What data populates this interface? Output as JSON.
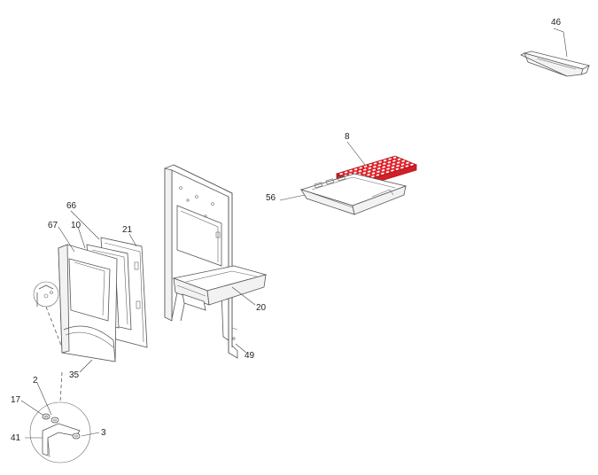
{
  "parts": [
    {
      "id": "p46",
      "label": "46"
    },
    {
      "id": "p8",
      "label": "8"
    },
    {
      "id": "p56",
      "label": "56"
    },
    {
      "id": "p66",
      "label": "66"
    },
    {
      "id": "p67",
      "label": "67"
    },
    {
      "id": "p10",
      "label": "10"
    },
    {
      "id": "p21",
      "label": "21"
    },
    {
      "id": "p20",
      "label": "20"
    },
    {
      "id": "p49",
      "label": "49"
    },
    {
      "id": "p35",
      "label": "35"
    },
    {
      "id": "p2",
      "label": "2"
    },
    {
      "id": "p17",
      "label": "17"
    },
    {
      "id": "p41",
      "label": "41"
    },
    {
      "id": "p3",
      "label": "3"
    }
  ],
  "colors": {
    "highlight": "#e0242b",
    "line": "#555555",
    "text": "#222222"
  }
}
